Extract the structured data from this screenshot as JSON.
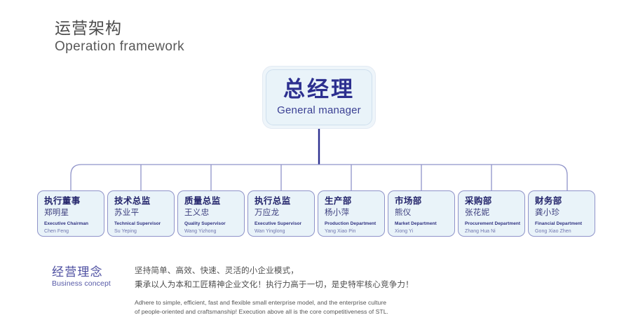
{
  "header": {
    "title_cn": "运营架构",
    "title_en": "Operation framework"
  },
  "top_node": {
    "title_cn": "总经理",
    "title_en": "General manager"
  },
  "departments": [
    {
      "title_cn": "执行董事",
      "name_cn": "郑明星",
      "title_en": "Executive Chairman",
      "name_en": "Chen Feng"
    },
    {
      "title_cn": "技术总监",
      "name_cn": "苏业平",
      "title_en": "Technical Supervisor",
      "name_en": "Su Yeping"
    },
    {
      "title_cn": "质量总监",
      "name_cn": "王义忠",
      "title_en": "Quality Supervisor",
      "name_en": "Wang Yizhong"
    },
    {
      "title_cn": "执行总监",
      "name_cn": "万应龙",
      "title_en": "Executive Supervisor",
      "name_en": "Wan Yinglong"
    },
    {
      "title_cn": "生产部",
      "name_cn": "杨小萍",
      "title_en": "Production Department",
      "name_en": "Yang Xiao Pin"
    },
    {
      "title_cn": "市场部",
      "name_cn": "熊仪",
      "title_en": "Market Department",
      "name_en": "Xiong Yi"
    },
    {
      "title_cn": "采购部",
      "name_cn": "张花妮",
      "title_en": "Procurement Department",
      "name_en": "Zhang Hua Ni"
    },
    {
      "title_cn": "财务部",
      "name_cn": "龚小珍",
      "title_en": "Financial Department",
      "name_en": "Gong Xiao Zhen"
    }
  ],
  "concept": {
    "label_cn": "经营理念",
    "label_en": "Business concept",
    "cn_line1": "坚持简单、高效、快速、灵活的小企业模式，",
    "cn_line2": "秉承以人为本和工匠精神企业文化！执行力高于一切，是史特牢核心竞争力！",
    "en_line1": "Adhere to simple, efficient, fast and flexible small enterprise model, and the enterprise culture",
    "en_line2": "of people-oriented and craftsmanship! Execution above all is the core competitiveness of STL."
  },
  "colors": {
    "node_fill": "#e9f3f9",
    "node_border": "#8f93c9",
    "accent_navy": "#23246b",
    "accent_blue": "#2c2f8f",
    "connector": "#8f93c9",
    "stem": "#2c2f8f",
    "header_text": "#4a4a4a"
  }
}
